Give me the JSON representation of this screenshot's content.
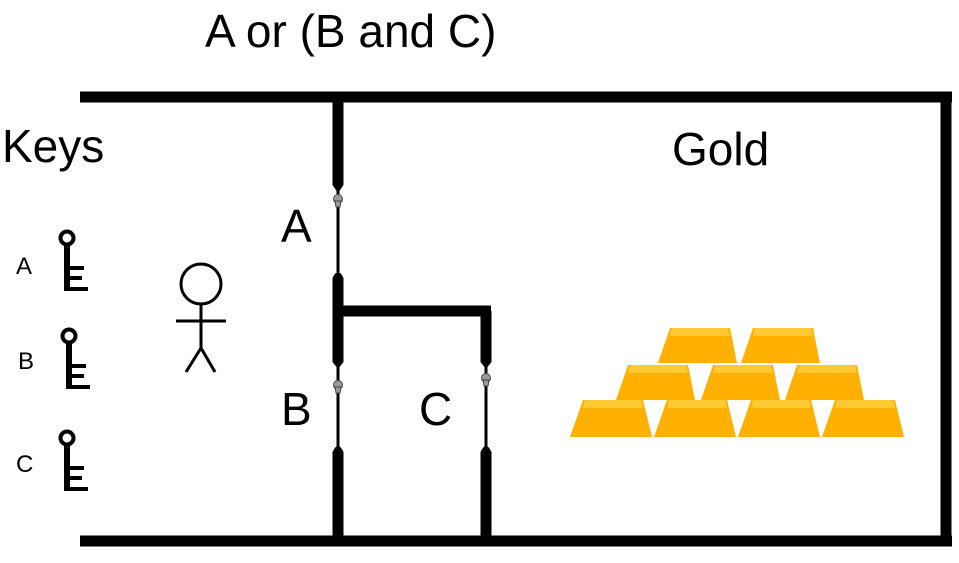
{
  "title": "A or (B and C)",
  "keys": {
    "heading": "Keys",
    "items": [
      {
        "label": "A"
      },
      {
        "label": "B"
      },
      {
        "label": "C"
      }
    ]
  },
  "gold": {
    "heading": "Gold"
  },
  "doors": {
    "a": "A",
    "b": "B",
    "c": "C"
  },
  "colors": {
    "walls": "#000000",
    "gold_bar": "#FFB000",
    "gold_bar_top": "#FFC933",
    "lock": "#9A9A9A"
  },
  "icons": [
    "key-icon",
    "person-icon",
    "lock-icon",
    "gold-bar-icon"
  ]
}
